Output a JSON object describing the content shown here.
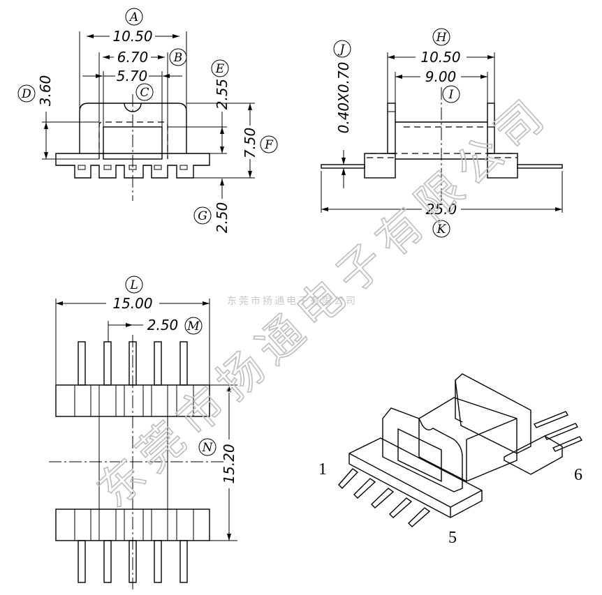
{
  "watermark": {
    "text": "东莞市扬通电子有限公司",
    "small_text": "东莞市扬通电子有限公司"
  },
  "front_view": {
    "labels": {
      "A": "A",
      "B": "B",
      "C": "C",
      "D": "D",
      "E": "E",
      "F": "F",
      "G": "G"
    },
    "dims": {
      "A": "10.50",
      "B": "6.70",
      "C": "5.70",
      "D": "3.60",
      "E": "2.55",
      "F": "7.50",
      "G": "2.50"
    }
  },
  "side_view": {
    "labels": {
      "H": "H",
      "I": "I",
      "J": "J",
      "K": "K"
    },
    "dims": {
      "H": "10.50",
      "I": "9.00",
      "J": "0.40X0.70",
      "K": "25.0"
    }
  },
  "bottom_view": {
    "labels": {
      "L": "L",
      "M": "M",
      "N": "N"
    },
    "dims": {
      "L": "15.00",
      "M": "2.50",
      "N": "15.20"
    }
  },
  "iso_view": {
    "pin_labels": {
      "first": "1",
      "fifth": "5",
      "sixth": "6"
    }
  }
}
